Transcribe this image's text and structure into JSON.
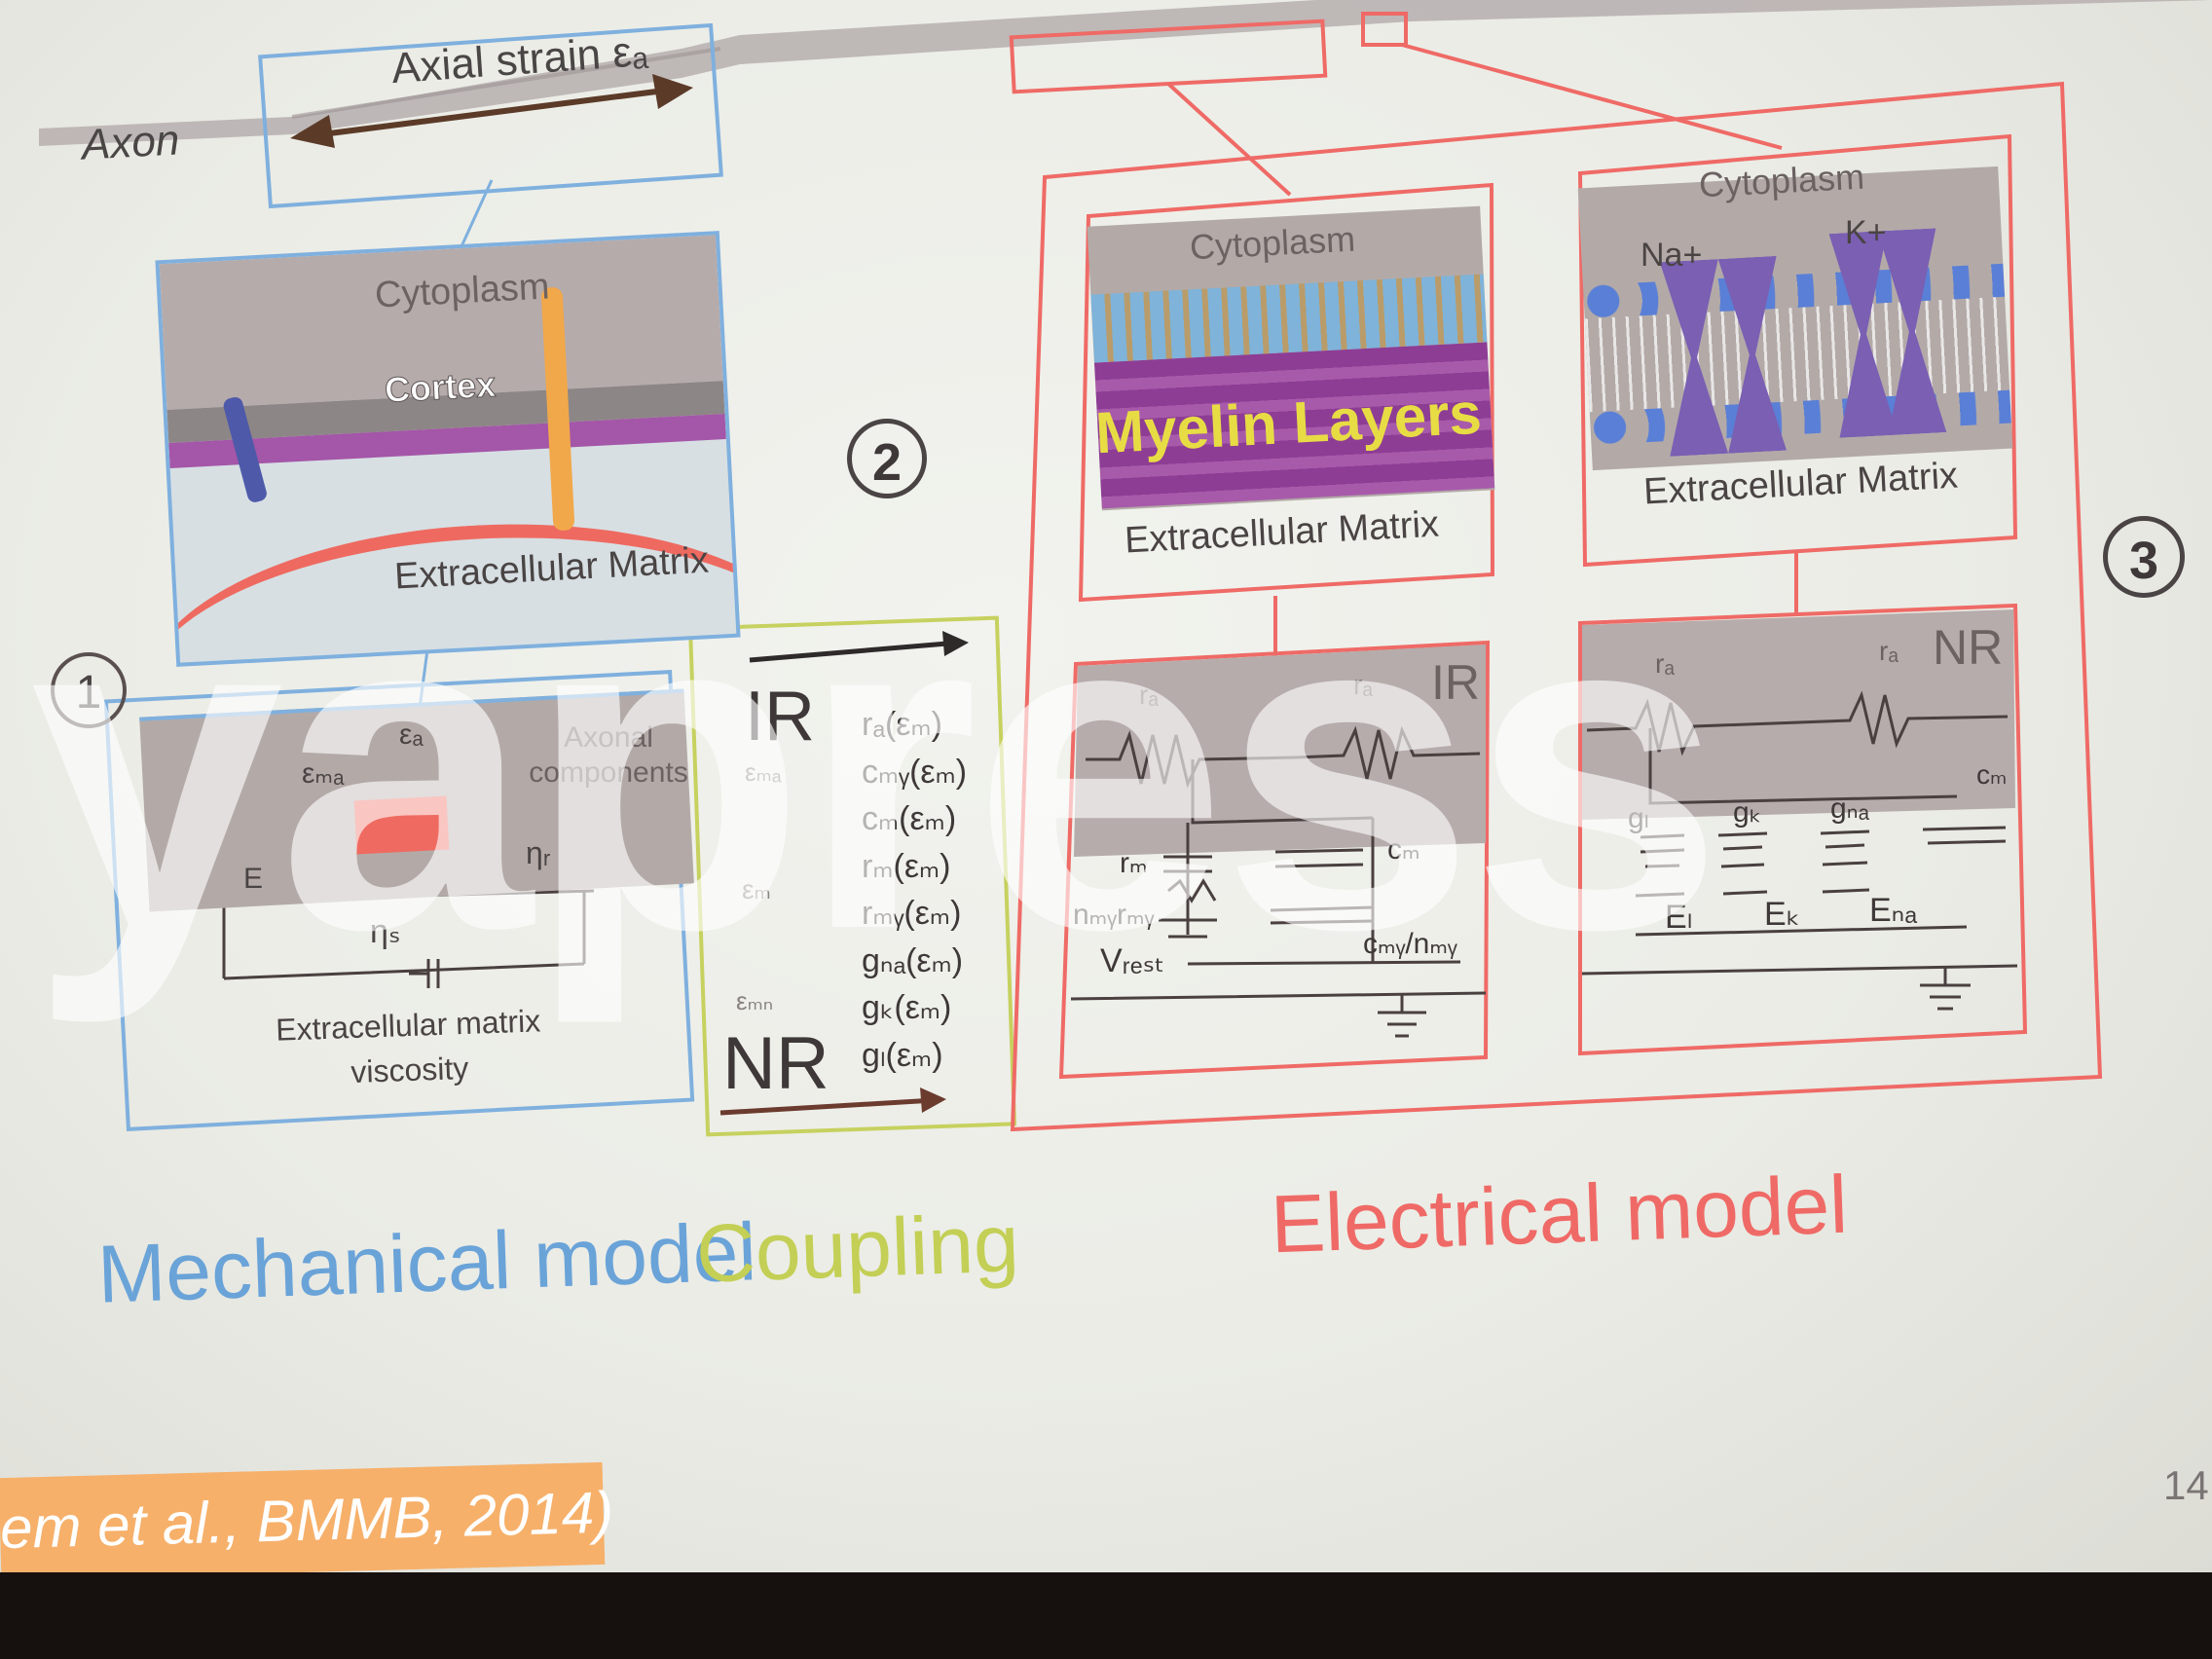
{
  "top": {
    "axon_label": "Axon",
    "axial_strain_label": "Axial strain εₐ"
  },
  "mechanical": {
    "panel1": {
      "cytoplasm": "Cytoplasm",
      "cortex": "Cortex",
      "ecm": "Extracellular Matrix"
    },
    "panel2": {
      "eps_a": "εₐ",
      "eps_ma": "εₘₐ",
      "axonal_components": "Axonal components",
      "E": "E",
      "eta_r": "ηᵣ",
      "eta_s": "ηₛ",
      "ecm_viscosity": "Extracellular matrix viscosity"
    },
    "circle_number": "1",
    "title": "Mechanical model",
    "color": "#6aa3d8"
  },
  "coupling": {
    "circle_number": "2",
    "ir": "IR",
    "nr": "NR",
    "eps_ma": "εₘₐ",
    "eps_m": "εₘ",
    "eps_mn": "εₘₙ",
    "functions": [
      "rₐ(εₘ)",
      "cₘᵧ(εₘ)",
      "cₘ(εₘ)",
      "rₘ(εₘ)",
      "rₘᵧ(εₘ)",
      "gₙₐ(εₘ)",
      "gₖ(εₘ)",
      "gₗ(εₘ)"
    ],
    "title": "Coupling",
    "color": "#c3cf55"
  },
  "electrical": {
    "myelin_panel": {
      "cytoplasm": "Cytoplasm",
      "myelin": "Myelin Layers",
      "ecm": "Extracellular Matrix"
    },
    "channel_panel": {
      "cytoplasm": "Cytoplasm",
      "na": "Na+",
      "k": "K+",
      "ecm": "Extracellular Matrix"
    },
    "ir_circuit": {
      "ra1": "rₐ",
      "ra2": "rₐ",
      "ir": "IR",
      "rm": "rₘ",
      "nmy_rmy": "nₘᵧrₘᵧ",
      "vrest": "Vᵣₑₛₜ",
      "cm": "cₘ",
      "cmy_nmy": "cₘᵧ/nₘᵧ"
    },
    "nr_circuit": {
      "ra1": "rₐ",
      "ra2": "rₐ",
      "nr": "NR",
      "cm": "cₘ",
      "gl": "gₗ",
      "gk": "gₖ",
      "gna": "gₙₐ",
      "el": "Eₗ",
      "ek": "Eₖ",
      "ena": "Eₙₐ"
    },
    "circle_number": "3",
    "title": "Electrical model",
    "color": "#ef6a66"
  },
  "footer": {
    "citation": "em et al., BMMB, 2014)",
    "citation_bg": "#f6b06a",
    "page_number": "14"
  },
  "watermark": "yapress"
}
